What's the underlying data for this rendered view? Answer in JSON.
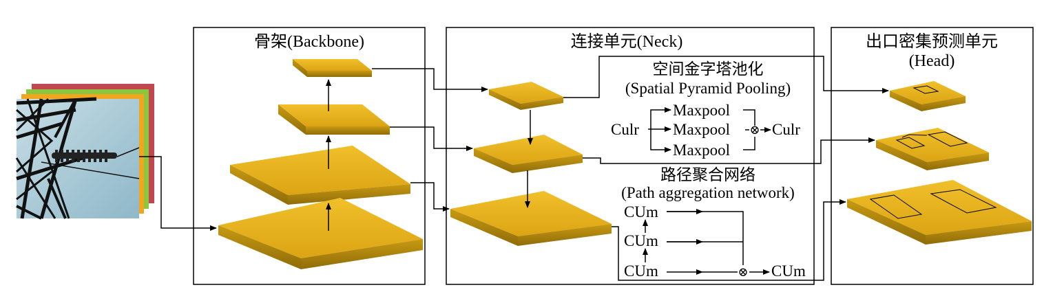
{
  "sections": {
    "backbone": {
      "title": "骨架(Backbone)"
    },
    "neck": {
      "title": "连接单元(Neck)",
      "spp": {
        "title_cn": "空间金字塔池化",
        "title_en": "(Spatial Pyramid Pooling)",
        "input": "Culr",
        "pools": [
          "Maxpool",
          "Maxpool",
          "Maxpool"
        ],
        "concat": "⊗",
        "output": "Culr"
      },
      "pan": {
        "title_cn": "路径聚合网络",
        "title_en": "(Path aggregation network)",
        "blocks": [
          "CUm",
          "CUm",
          "CUm"
        ],
        "concat": "⊗",
        "output": "CUm"
      }
    },
    "head": {
      "title_cn": "出口密集预测单元",
      "title_en": "(Head)"
    }
  },
  "colors": {
    "plate_top": "#e6b11e",
    "plate_side": "#b38a10",
    "stack_red": "#c0474f",
    "stack_green": "#8cc63f",
    "stack_orange": "#f2a51e",
    "sky": "#a9cbd8"
  }
}
